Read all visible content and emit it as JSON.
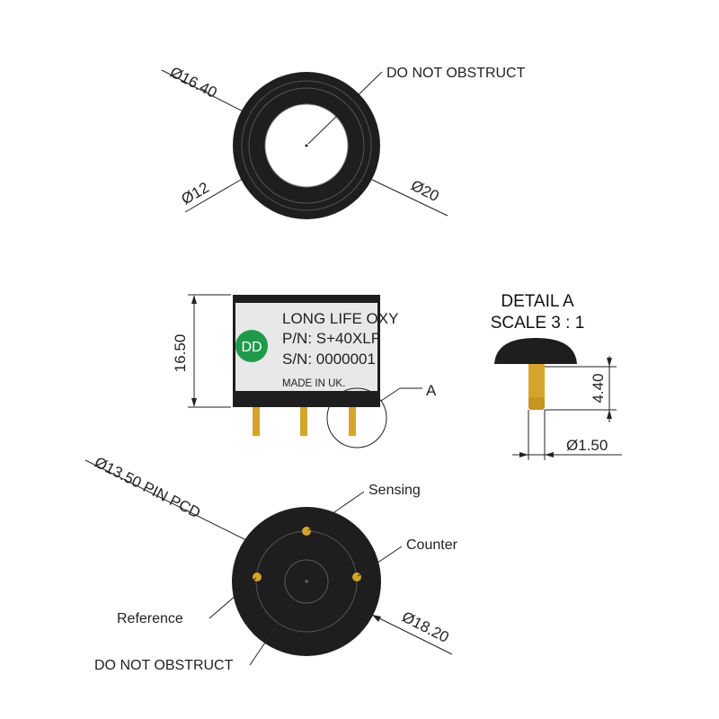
{
  "colors": {
    "housing": "#1e1e1e",
    "pin_gold": "#d4a52a",
    "logo_green": "#1f9a4b",
    "label_bg": "#e8e8e8"
  },
  "top_view": {
    "dia_outer": "Ø16.40",
    "dia_inner": "Ø12",
    "dia_body": "Ø20",
    "note": "DO NOT OBSTRUCT"
  },
  "side_view": {
    "height": "16.50",
    "label_line1": "LONG LIFE OXY",
    "label_line2": "P/N: S+40XLF",
    "label_line3": "S/N: 0000001",
    "label_line4": "MADE IN UK.",
    "logo": "DD",
    "detail_callout": "A"
  },
  "detail_a": {
    "title_line1": "DETAIL A",
    "title_line2": "SCALE 3 : 1",
    "pin_length": "4.40",
    "pin_dia": "Ø1.50"
  },
  "bottom_view": {
    "pcd": "Ø13.50 PIN PCD",
    "sensing": "Sensing",
    "counter": "Counter",
    "reference": "Reference",
    "body_dia": "Ø18.20",
    "note": "DO NOT OBSTRUCT"
  }
}
